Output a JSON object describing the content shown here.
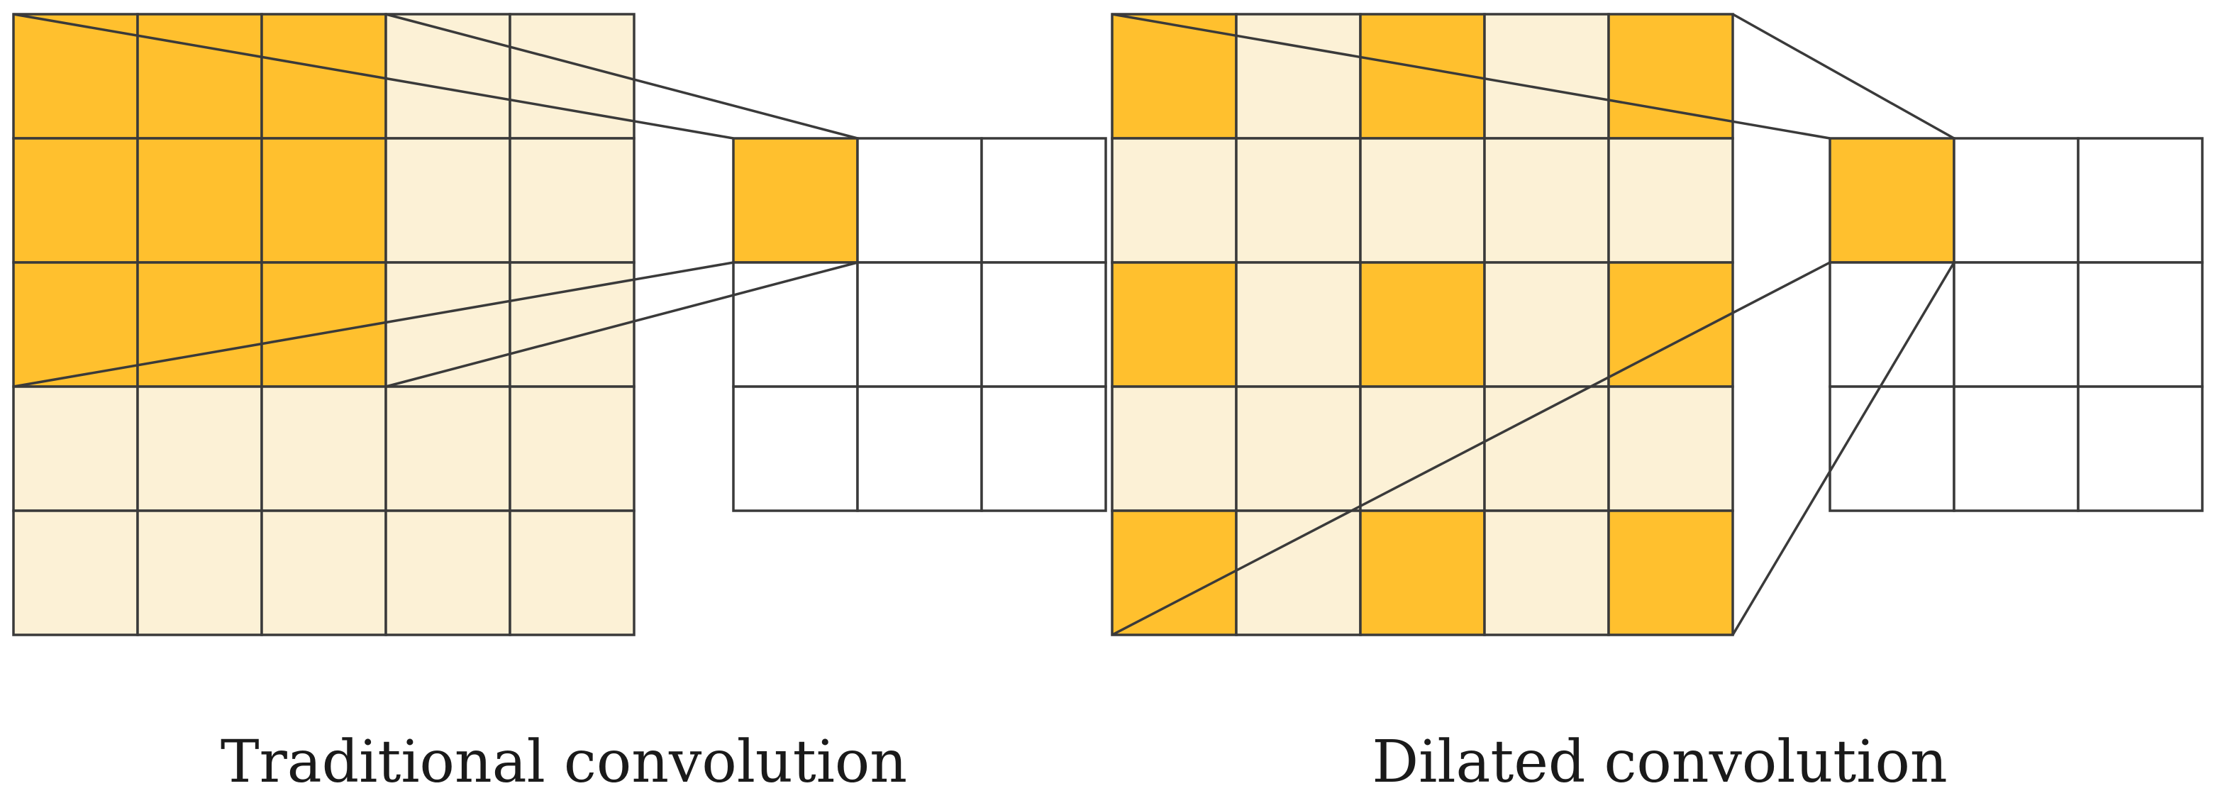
{
  "diagram": {
    "traditional": {
      "caption": "Traditional convolution",
      "input_size": 5,
      "output_size": 3,
      "kernel_size": 3,
      "dilation": 1,
      "highlighted_input_cells": [
        [
          0,
          0
        ],
        [
          0,
          1
        ],
        [
          0,
          2
        ],
        [
          1,
          0
        ],
        [
          1,
          1
        ],
        [
          1,
          2
        ],
        [
          2,
          0
        ],
        [
          2,
          1
        ],
        [
          2,
          2
        ]
      ],
      "highlighted_output_cell": [
        0,
        0
      ]
    },
    "dilated": {
      "caption": "Dilated convolution",
      "input_size": 5,
      "output_size": 3,
      "kernel_size": 3,
      "dilation": 2,
      "highlighted_input_cells": [
        [
          0,
          0
        ],
        [
          0,
          2
        ],
        [
          0,
          4
        ],
        [
          2,
          0
        ],
        [
          2,
          2
        ],
        [
          2,
          4
        ],
        [
          4,
          0
        ],
        [
          4,
          2
        ],
        [
          4,
          4
        ]
      ],
      "highlighted_output_cell": [
        0,
        0
      ]
    },
    "colors": {
      "highlight": "#FFC02E",
      "input_fill": "#FCF1D6",
      "output_fill": "#FFFFFF",
      "line": "#3a3a3a"
    }
  }
}
